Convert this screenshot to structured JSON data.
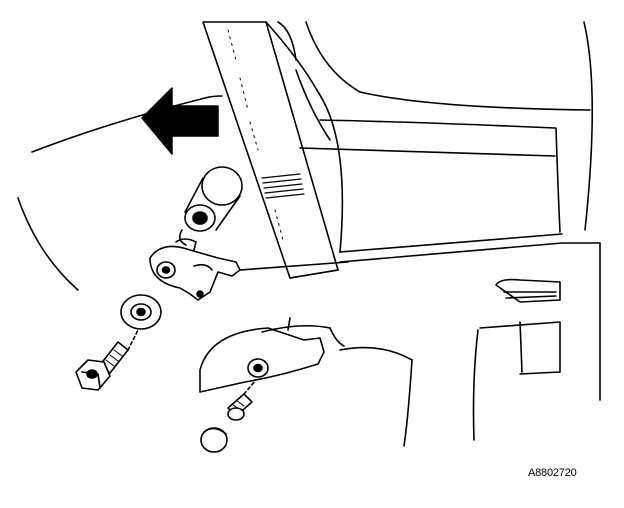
{
  "figure": {
    "code": "A8802720"
  },
  "colors": {
    "ink": "#000000",
    "paper": "#ffffff",
    "arrow_fill": "#000000"
  },
  "parts": {
    "direction_arrow": "arrow-left-icon",
    "belt_webbing": "seat-belt-webbing",
    "anchor_sleeve": "anchor-bolt-sleeve",
    "anchor_plate": "seat-belt-anchor-plate",
    "washer": "washer",
    "anchor_bolt": "anchor-bolt",
    "trim_cover": "anchor-trim-cover",
    "clip_screw": "cover-screw",
    "cap": "cover-cap"
  }
}
